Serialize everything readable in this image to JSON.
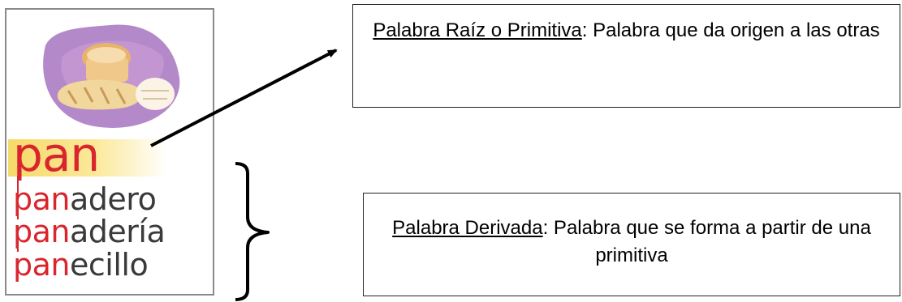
{
  "card": {
    "image_icon": "bread-loaves-icon",
    "root_word": "pan",
    "derived_words": [
      {
        "root": "pan",
        "suffix": "adero"
      },
      {
        "root": "pan",
        "suffix": "adería"
      },
      {
        "root": "pan",
        "suffix": "ecillo"
      }
    ]
  },
  "root_box": {
    "term": "Palabra Raíz o Primitiva",
    "definition": ": Palabra que da origen a las otras"
  },
  "derived_box": {
    "term": "Palabra Derivada",
    "definition": ": Palabra que se forma a partir de una primitiva"
  },
  "colors": {
    "root_red": "#d9262e",
    "highlight_yellow": "#f6d96a",
    "art_purple": "#9b6fb0"
  }
}
